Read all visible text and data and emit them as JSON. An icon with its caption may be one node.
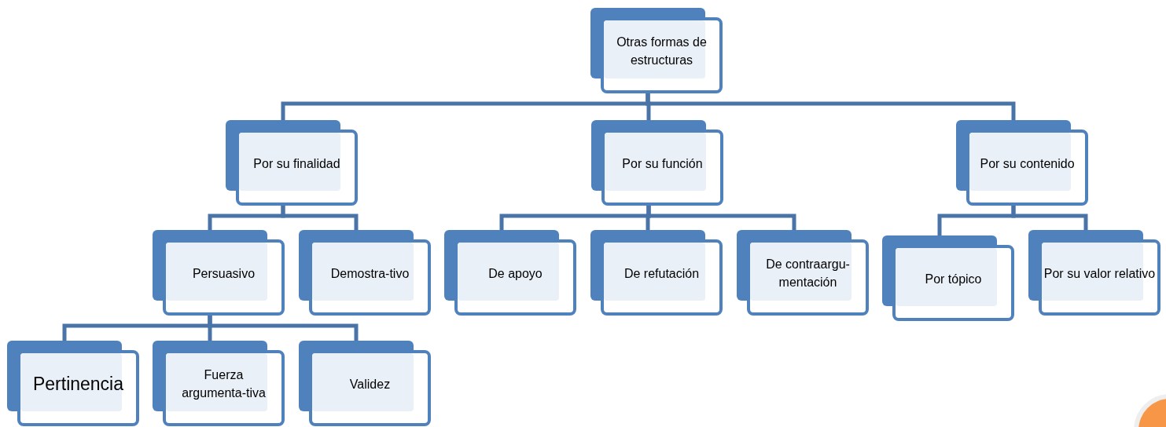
{
  "diagram": {
    "nodes": [
      {
        "text": [
          "Otras formas de estructuras"
        ]
      },
      {
        "text": [
          "Por su finalidad"
        ]
      },
      {
        "text": [
          "Por su función"
        ]
      },
      {
        "text": [
          "Por su contenido"
        ]
      },
      {
        "text": [
          "Persuasivo"
        ]
      },
      {
        "text": [
          "Demostra-tivo"
        ]
      },
      {
        "text": [
          "De apoyo"
        ]
      },
      {
        "text": [
          "De refutación"
        ]
      },
      {
        "text": [
          "De contraargu-mentación"
        ]
      },
      {
        "text": [
          "Por tópico"
        ]
      },
      {
        "text": [
          "Por su valor relativo"
        ]
      },
      {
        "text": [
          "Pertinencia"
        ]
      },
      {
        "text": [
          "Fuerza argumenta-tiva"
        ]
      },
      {
        "text": [
          "Validez"
        ]
      }
    ],
    "edges": [
      {
        "from": 0,
        "to": 1,
        "arrow": "none"
      },
      {
        "from": 0,
        "to": 2,
        "arrow": "none"
      },
      {
        "from": 0,
        "to": 3,
        "arrow": "none"
      },
      {
        "from": 1,
        "to": 4,
        "arrow": "none"
      },
      {
        "from": 1,
        "to": 5,
        "arrow": "none"
      },
      {
        "from": 2,
        "to": 6,
        "arrow": "none"
      },
      {
        "from": 2,
        "to": 7,
        "arrow": "none"
      },
      {
        "from": 2,
        "to": 8,
        "arrow": "none"
      },
      {
        "from": 3,
        "to": 9,
        "arrow": "none"
      },
      {
        "from": 3,
        "to": 10,
        "arrow": "none"
      },
      {
        "from": 4,
        "to": 11,
        "arrow": "none"
      },
      {
        "from": 4,
        "to": 12,
        "arrow": "none"
      },
      {
        "from": 4,
        "to": 13,
        "arrow": "none"
      }
    ]
  }
}
